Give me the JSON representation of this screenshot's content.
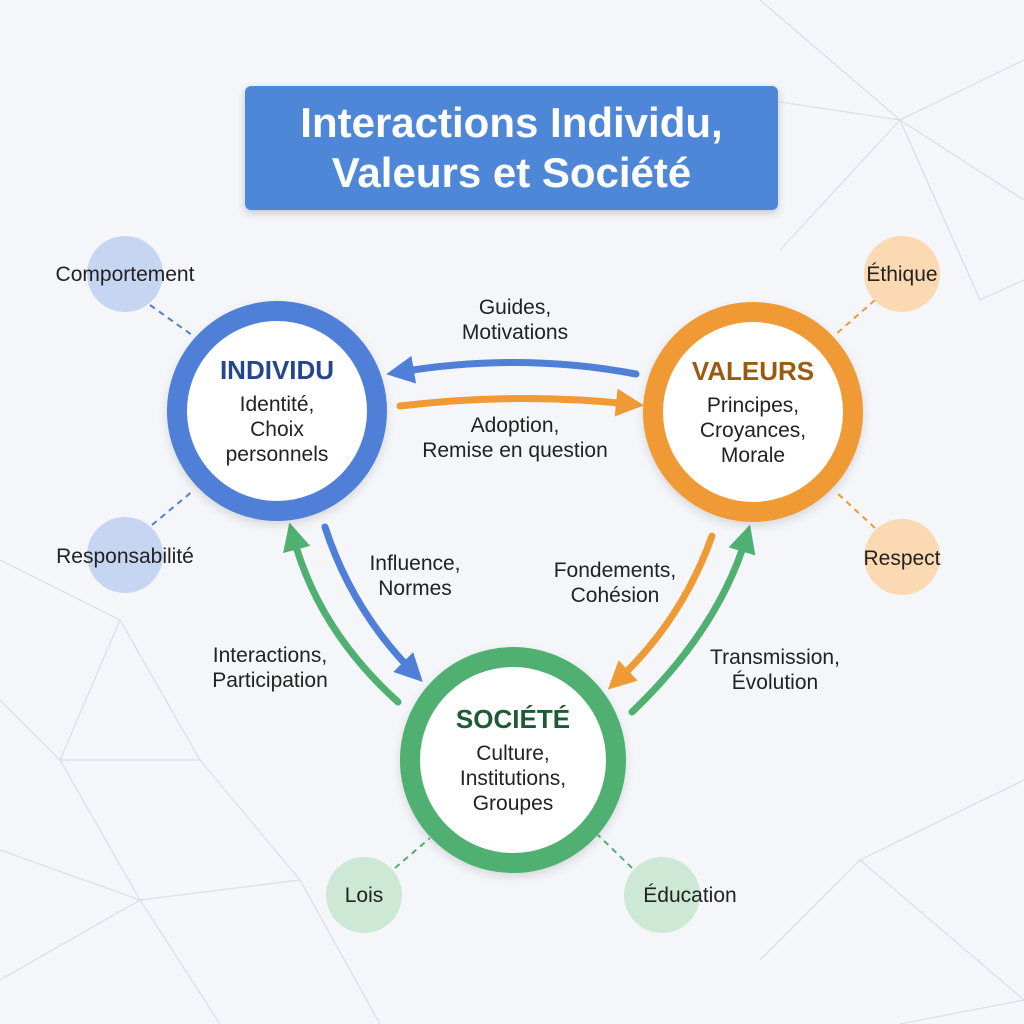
{
  "title": {
    "line1": "Interactions Individu,",
    "line2": "Valeurs et Société"
  },
  "nodes": {
    "individu": {
      "name": "INDIVIDU",
      "desc": [
        "Identité,",
        "Choix",
        "personnels"
      ],
      "color": "#4f7fd6"
    },
    "valeurs": {
      "name": "VALEURS",
      "desc": [
        "Principes,",
        "Croyances,",
        "Morale"
      ],
      "color": "#f09a35"
    },
    "societe": {
      "name": "SOCIÉTÉ",
      "desc": [
        "Culture,",
        "Institutions,",
        "Groupes"
      ],
      "color": "#4fb071"
    }
  },
  "satellites": {
    "comportement": "Comportement",
    "responsabilite": "Responsabilité",
    "ethique": "Éthique",
    "respect": "Respect",
    "lois": "Lois",
    "education": "Éducation"
  },
  "links": {
    "valeurs_to_individu": [
      "Guides,",
      "Motivations"
    ],
    "individu_to_valeurs": [
      "Adoption,",
      "Remise en question"
    ],
    "individu_to_societe": [
      "Influence,",
      "Normes"
    ],
    "societe_to_individu": [
      "Interactions,",
      "Participation"
    ],
    "valeurs_to_societe": [
      "Fondements,",
      "Cohésion"
    ],
    "societe_to_valeurs": [
      "Transmission,",
      "Évolution"
    ]
  },
  "colors": {
    "title_bg": "#4f87d8",
    "blue_light": "#c6d6f2",
    "orange_light": "#fbd9b3",
    "green_light": "#cde8d4"
  }
}
